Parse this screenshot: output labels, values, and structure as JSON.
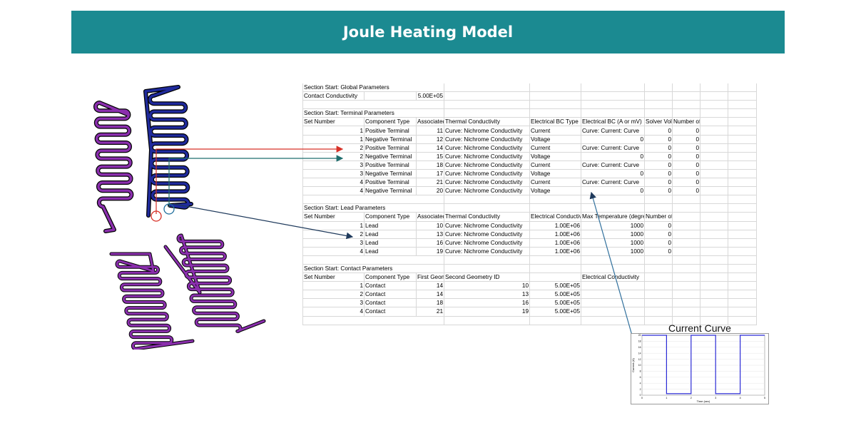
{
  "banner": {
    "title": "Joule Heating Model"
  },
  "colors": {
    "banner": "#1b8a91",
    "heater_purple": "#8b2fae",
    "heater_blue": "#1f2a9c",
    "arrow_red": "#d73027",
    "arrow_teal": "#1f6e6e",
    "arrow_navy": "#1f3a5c",
    "curve": "#2b2bd6"
  },
  "sheet": {
    "rows": [
      [
        "Section Start: Global Parameters"
      ],
      [
        "Contact Conductivity",
        "",
        "5.00E+05"
      ],
      [
        ""
      ],
      [
        "Section Start: Terminal Parameters"
      ],
      [
        "Set Number",
        "Component Type",
        "Associated",
        "Thermal Conductivity",
        "Electrical BC Type",
        "Electrical BC (A or mV)",
        "Solver Volume",
        "Number of Insulation Layers"
      ],
      [
        "1",
        "Positive Terminal",
        "11",
        "Curve: Nichrome Conductivity",
        "Current",
        "Curve: Current: Curve",
        "0",
        "0"
      ],
      [
        "1",
        "Negative Terminal",
        "12",
        "Curve: Nichrome Conductivity",
        "Voltage",
        "0",
        "0",
        "0"
      ],
      [
        "2",
        "Positive Terminal",
        "14",
        "Curve: Nichrome Conductivity",
        "Current",
        "Curve: Current: Curve",
        "0",
        "0"
      ],
      [
        "2",
        "Negative Terminal",
        "15",
        "Curve: Nichrome Conductivity",
        "Voltage",
        "0",
        "0",
        "0"
      ],
      [
        "3",
        "Positive Terminal",
        "18",
        "Curve: Nichrome Conductivity",
        "Current",
        "Curve: Current: Curve",
        "0",
        "0"
      ],
      [
        "3",
        "Negative Terminal",
        "17",
        "Curve: Nichrome Conductivity",
        "Voltage",
        "0",
        "0",
        "0"
      ],
      [
        "4",
        "Positive Terminal",
        "21",
        "Curve: Nichrome Conductivity",
        "Current",
        "Curve: Current: Curve",
        "0",
        "0"
      ],
      [
        "4",
        "Negative Terminal",
        "20",
        "Curve: Nichrome Conductivity",
        "Voltage",
        "0",
        "0",
        "0"
      ],
      [
        ""
      ],
      [
        "Section Start: Lead Parameters"
      ],
      [
        "Set Number",
        "Component Type",
        "Associated",
        "Thermal Conductivity",
        "Electrical Conductivity",
        "Max Temperature (degrees)",
        "Number of Insulation Layers"
      ],
      [
        "1",
        "Lead",
        "10",
        "Curve: Nichrome Conductivity",
        "1.00E+06",
        "1000",
        "0"
      ],
      [
        "2",
        "Lead",
        "13",
        "Curve: Nichrome Conductivity",
        "1.00E+06",
        "1000",
        "0"
      ],
      [
        "3",
        "Lead",
        "16",
        "Curve: Nichrome Conductivity",
        "1.00E+06",
        "1000",
        "0"
      ],
      [
        "4",
        "Lead",
        "19",
        "Curve: Nichrome Conductivity",
        "1.00E+06",
        "1000",
        "0"
      ],
      [
        ""
      ],
      [
        "Section Start: Contact Parameters"
      ],
      [
        "Set Number",
        "Component Type",
        "First Geometry",
        "Second Geometry ID",
        "",
        "Electrical Conductivity"
      ],
      [
        "1",
        "Contact",
        "14",
        "10",
        "5.00E+05"
      ],
      [
        "2",
        "Contact",
        "14",
        "13",
        "5.00E+05"
      ],
      [
        "3",
        "Contact",
        "18",
        "16",
        "5.00E+05"
      ],
      [
        "4",
        "Contact",
        "21",
        "19",
        "5.00E+05"
      ],
      [
        ""
      ]
    ]
  },
  "current_curve": {
    "title": "Current Curve",
    "xlabel": "Time (sec)",
    "ylabel": "Current (A)",
    "x_ticks": [
      "0",
      "1",
      "2",
      "3",
      "4",
      "5"
    ],
    "y_ticks": [
      "0",
      "2",
      "4",
      "6",
      "8",
      "10",
      "12",
      "14",
      "16",
      "18",
      "20"
    ],
    "xlim": [
      0,
      5
    ],
    "ylim": [
      0,
      20
    ],
    "points": [
      [
        0,
        20
      ],
      [
        1,
        20
      ],
      [
        1,
        0.5
      ],
      [
        2,
        0.5
      ],
      [
        2,
        20
      ],
      [
        3,
        20
      ],
      [
        3,
        0.5
      ],
      [
        4,
        0.5
      ],
      [
        4,
        20
      ],
      [
        5,
        20
      ]
    ]
  }
}
